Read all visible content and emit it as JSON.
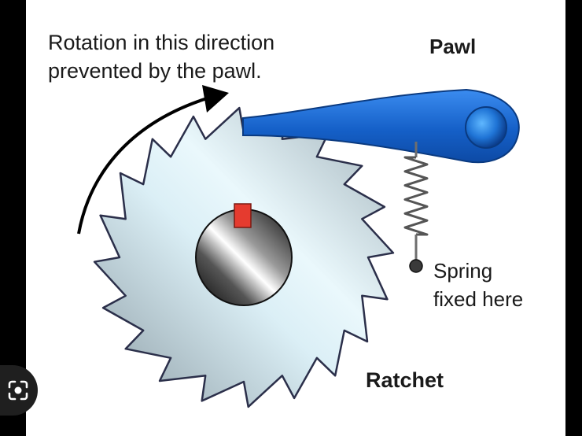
{
  "diagram": {
    "caption_lines": [
      "Rotation in this direction",
      "prevented by the pawl."
    ],
    "pawl_label": "Pawl",
    "spring_label_lines": [
      "Spring",
      "fixed here"
    ],
    "ratchet_label": "Ratchet"
  },
  "colors": {
    "background": "#ffffff",
    "frame": "#000000",
    "wheel_light": "#e6f6fb",
    "wheel_dark": "#8fa0a8",
    "pawl": "#1f6fd6",
    "key": "#e53b2f",
    "spring": "#c9c9c9"
  },
  "overlay": {
    "icon": "visual-search-lens-icon"
  }
}
